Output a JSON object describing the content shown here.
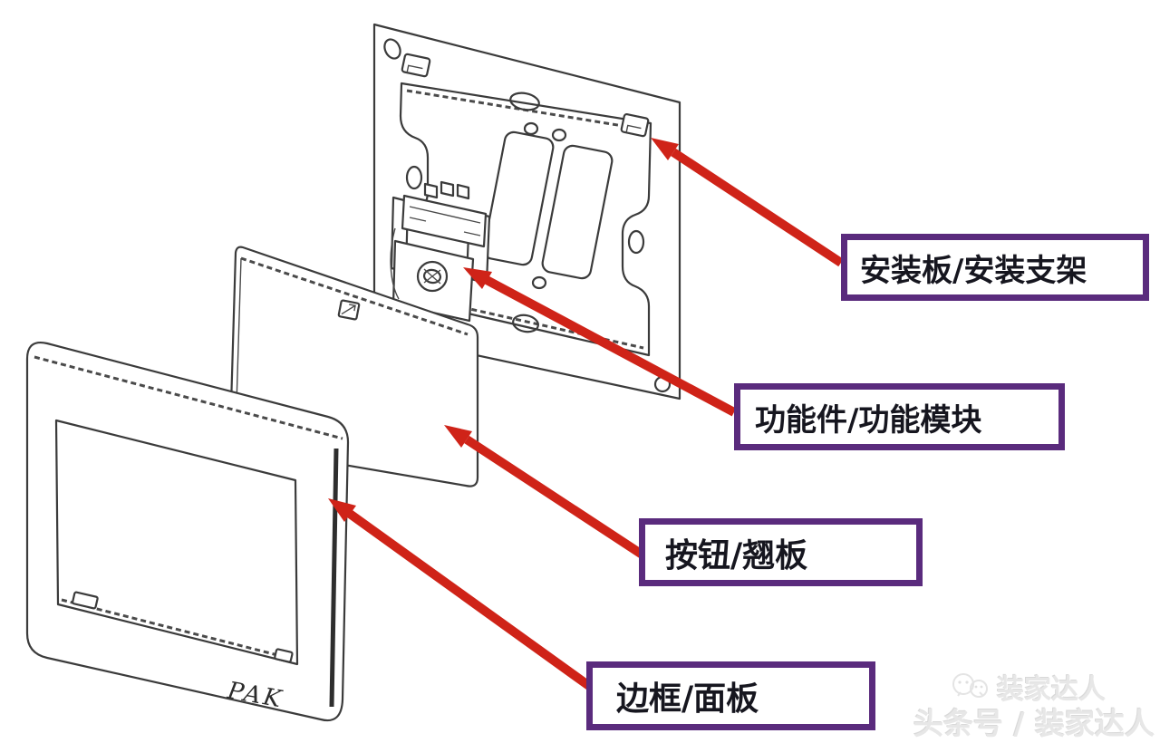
{
  "diagram": {
    "description": "Exploded view of a wall switch assembly",
    "parts": [
      {
        "id": "mounting-plate",
        "label": "安装板/安装支架"
      },
      {
        "id": "function-module",
        "label": "功能件/功能模块"
      },
      {
        "id": "rocker-button",
        "label": "按钮/翘板"
      },
      {
        "id": "frame-panel",
        "label": "边框/面板"
      }
    ],
    "panel_brand": "PAK"
  },
  "watermark": {
    "line1": "装家达人",
    "line2": "头条号 / 装家达人"
  },
  "colors": {
    "label_border": "#5a2b7d",
    "arrow_red": "#cf2318",
    "line_art": "#3b3b3b",
    "background": "#ffffff",
    "label_text": "#16161f"
  }
}
